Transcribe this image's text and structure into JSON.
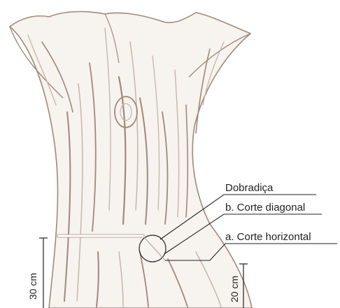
{
  "diagram": {
    "labels": {
      "hinge": "Dobradiça",
      "diagonal_cut": "b. Corte diagonal",
      "horizontal_cut": "a. Corte horizontal"
    },
    "dimensions": {
      "left": "30 cm",
      "right": "20 cm"
    }
  },
  "colors": {
    "bark_line": "#a2897a",
    "bark_line_light": "#c7b6aa",
    "bark_fill": "#f7f3ef",
    "annotation": "#222222",
    "cut": "#b9a79b"
  }
}
